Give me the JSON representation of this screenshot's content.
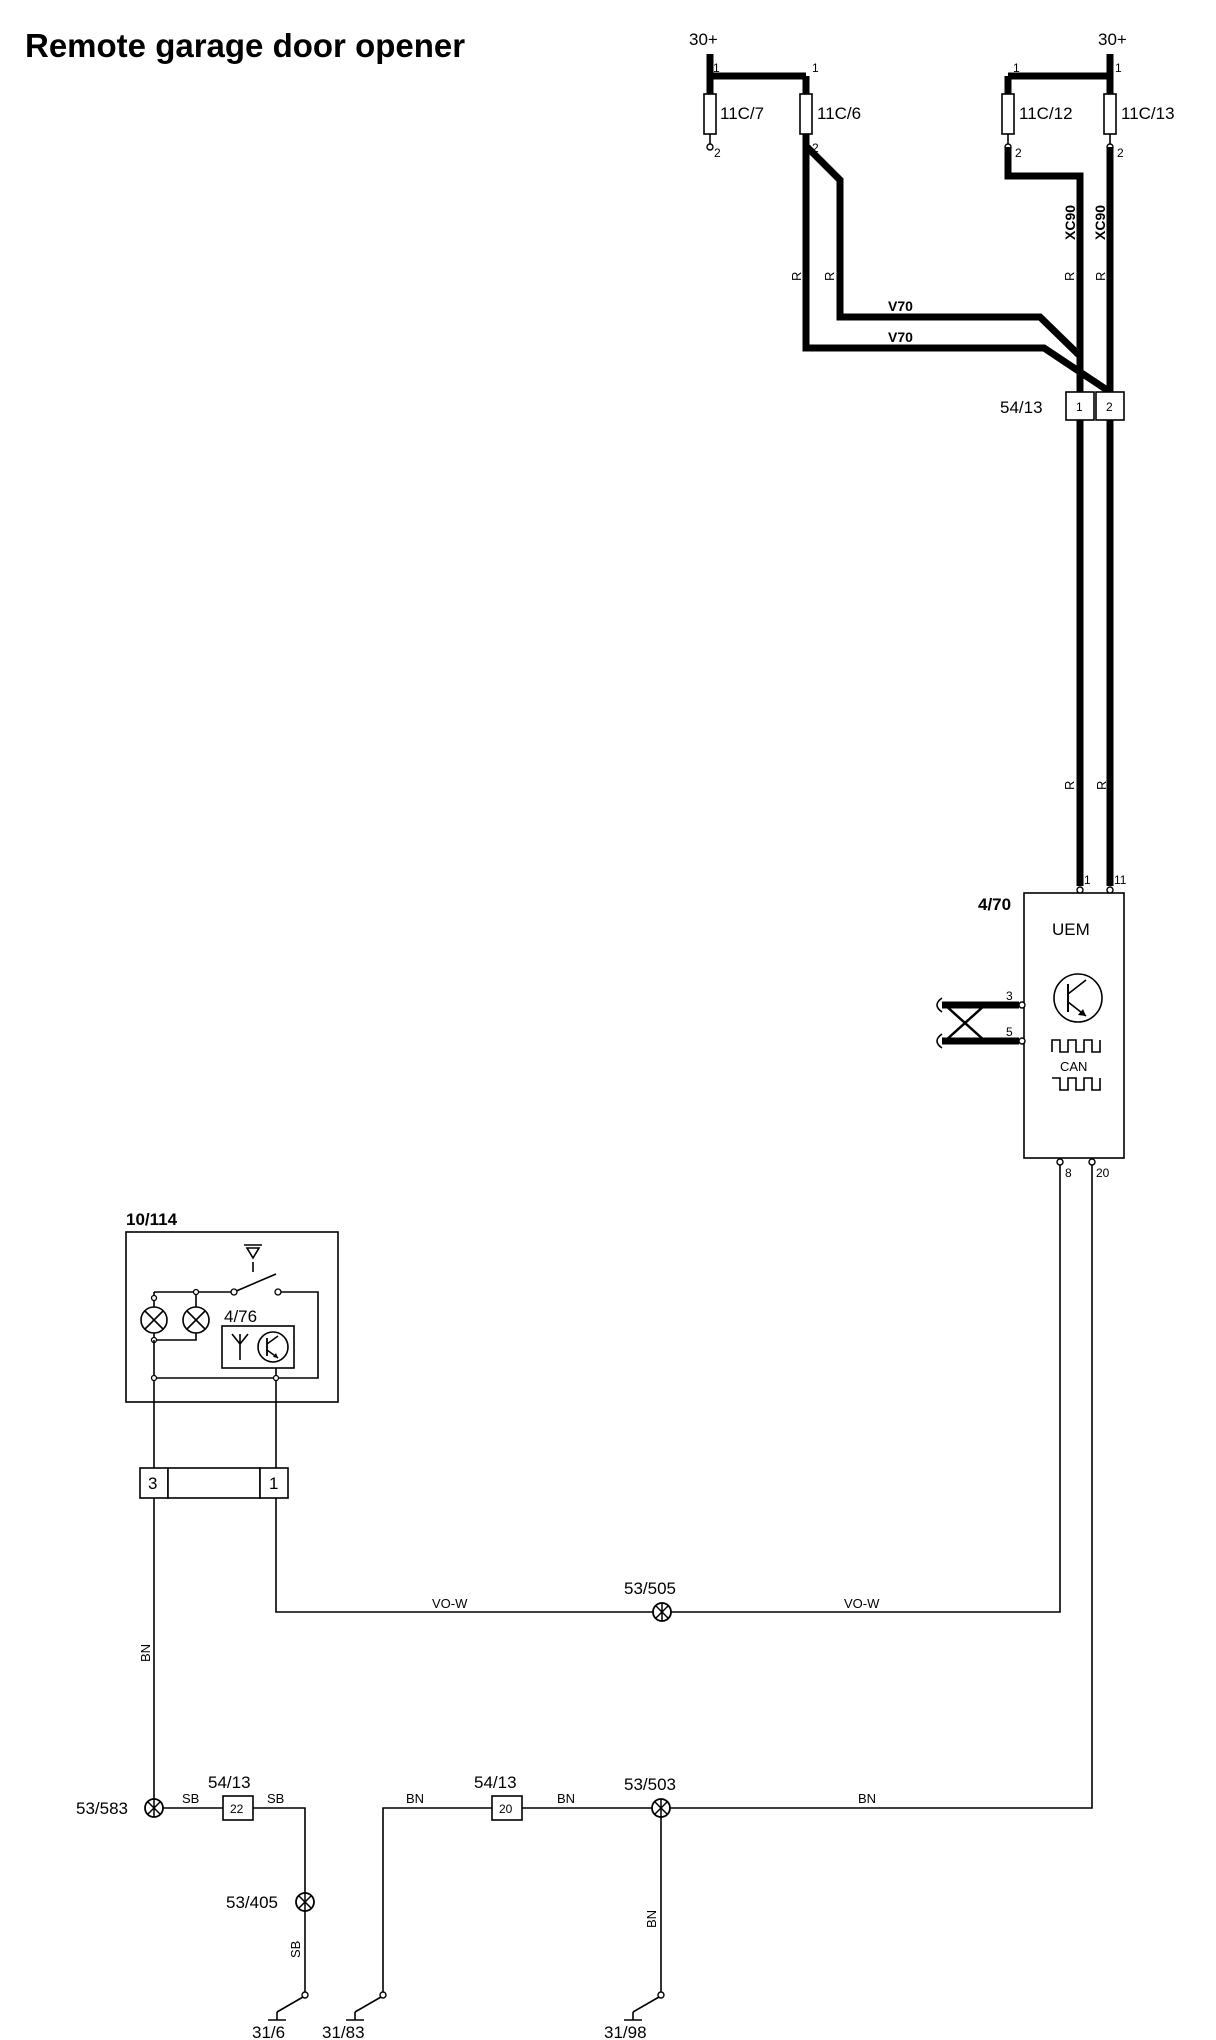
{
  "title": "Remote garage door opener",
  "supply": {
    "left_30plus": "30+",
    "right_30plus": "30+"
  },
  "fuses": [
    {
      "id": "11C/7",
      "pin_in": "1",
      "pin_out": "2"
    },
    {
      "id": "11C/6",
      "pin_in": "1",
      "pin_out": "2"
    },
    {
      "id": "11C/12",
      "pin_in": "1",
      "pin_out": "2"
    },
    {
      "id": "11C/13",
      "pin_in": "1",
      "pin_out": "2"
    }
  ],
  "wire_labels": {
    "r": "R",
    "v70": "V70",
    "xc90": "XC90",
    "bn": "BN",
    "sb": "SB",
    "vo_w": "VO-W"
  },
  "connectors": {
    "c5413_top": {
      "id": "54/13",
      "pins": [
        "1",
        "2"
      ]
    },
    "c5413_sb": {
      "id": "54/13",
      "pin": "22"
    },
    "c5413_bn": {
      "id": "54/13",
      "pin": "20"
    },
    "c_module": {
      "pins": [
        "3",
        "1"
      ]
    }
  },
  "uem": {
    "id": "4/70",
    "name": "UEM",
    "can": "CAN",
    "pins": {
      "p1": "1",
      "p11": "11",
      "p3": "3",
      "p5": "5",
      "p8": "8",
      "p20": "20"
    }
  },
  "module": {
    "id": "10/114",
    "sub_id": "4/76"
  },
  "splices": [
    "53/505",
    "53/583",
    "53/405",
    "53/503"
  ],
  "grounds": [
    "31/6",
    "31/83",
    "31/98"
  ]
}
